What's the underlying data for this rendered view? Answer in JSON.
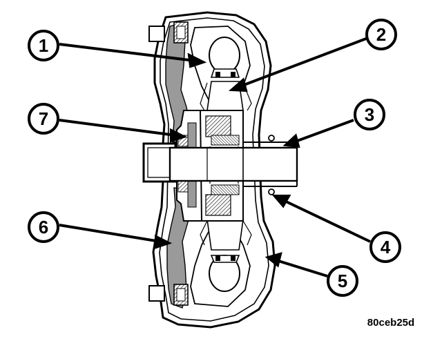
{
  "figure": {
    "code": "80ceb25d",
    "component": "torque-converter-cross-section",
    "colors": {
      "ink": "#000000",
      "paper": "#ffffff",
      "shade": "#8a8a8a",
      "light_shade": "#c8c8c8"
    }
  },
  "callouts": [
    {
      "id": "1",
      "label": "1",
      "target": "impeller-fin"
    },
    {
      "id": "2",
      "label": "2",
      "target": "stator-blade"
    },
    {
      "id": "3",
      "label": "3",
      "target": "turbine-shaft-hub"
    },
    {
      "id": "4",
      "label": "4",
      "target": "drive-hub-seal"
    },
    {
      "id": "5",
      "label": "5",
      "target": "converter-housing"
    },
    {
      "id": "6",
      "label": "6",
      "target": "front-cover"
    },
    {
      "id": "7",
      "label": "7",
      "target": "clutch-piston"
    }
  ]
}
